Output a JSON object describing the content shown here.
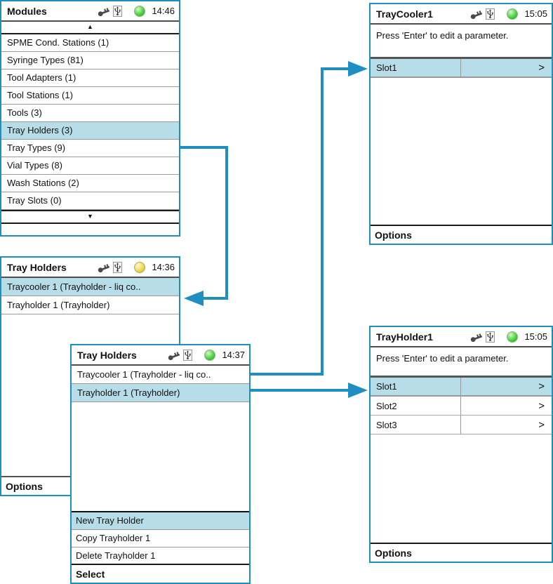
{
  "colors": {
    "accent_blue": "#1f8fc1",
    "selection_highlight": "#b7dde8",
    "led_green": "#3fcc33",
    "led_yellow": "#ecd94e"
  },
  "icons": {
    "scroll_up": "▲",
    "scroll_down": "▼",
    "chevron_right": ">"
  },
  "panels": {
    "modules": {
      "title": "Modules",
      "time": "14:46",
      "led": "green",
      "items": [
        "SPME Cond. Stations (1)",
        "Syringe Types (81)",
        "Tool Adapters (1)",
        "Tool Stations (1)",
        "Tools (3)",
        "Tray Holders (3)",
        "Tray Types (9)",
        "Vial Types (8)",
        "Wash Stations (2)",
        "Tray Slots (0)"
      ],
      "selected_index": 5
    },
    "tray_cooler1": {
      "title": "TrayCooler1",
      "time": "15:05",
      "led": "green",
      "message": "Press 'Enter' to edit a parameter.",
      "rows": [
        {
          "label": "Slot1",
          "value": ">"
        }
      ],
      "selected_index": 0,
      "footer": "Options"
    },
    "tray_holders_a": {
      "title": "Tray Holders",
      "time": "14:36",
      "led": "yellow",
      "items": [
        "Traycooler 1 (Trayholder - liq co..",
        "Trayholder 1 (Trayholder)"
      ],
      "selected_index": 0,
      "footer": "Options"
    },
    "tray_holders_b": {
      "title": "Tray Holders",
      "time": "14:37",
      "led": "green",
      "items": [
        "Traycooler 1 (Trayholder - liq co..",
        "Trayholder 1 (Trayholder)"
      ],
      "selected_index": 1,
      "menu": {
        "items": [
          "New Tray Holder",
          "Copy Trayholder 1",
          "Delete Trayholder 1"
        ],
        "selected_index": 0
      },
      "footer": "Select"
    },
    "tray_holder1": {
      "title": "TrayHolder1",
      "time": "15:05",
      "led": "green",
      "message": "Press 'Enter' to edit a parameter.",
      "rows": [
        {
          "label": "Slot1",
          "value": ">"
        },
        {
          "label": "Slot2",
          "value": ">"
        },
        {
          "label": "Slot3",
          "value": ">"
        }
      ],
      "selected_index": 0,
      "footer": "Options"
    }
  }
}
